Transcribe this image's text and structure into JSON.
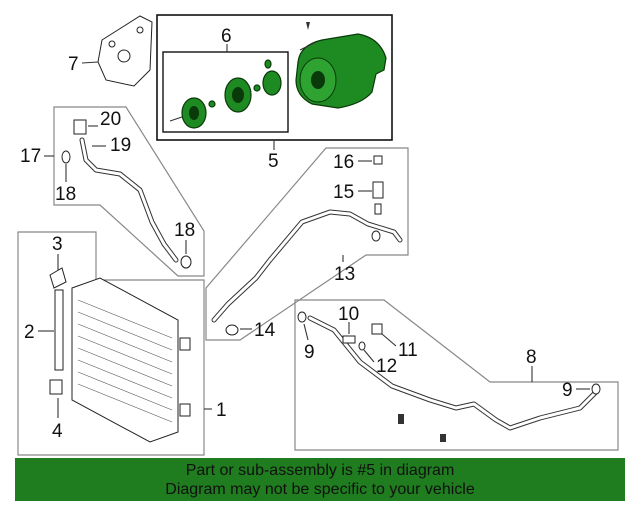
{
  "callouts": {
    "c1": "1",
    "c2": "2",
    "c3": "3",
    "c4": "4",
    "c5": "5",
    "c6": "6",
    "c7": "7",
    "c8": "8",
    "c9a": "9",
    "c9b": "9",
    "c10": "10",
    "c11": "11",
    "c12": "12",
    "c13": "13",
    "c14": "14",
    "c15": "15",
    "c16": "16",
    "c17": "17",
    "c18a": "18",
    "c18b": "18",
    "c19": "19",
    "c20": "20"
  },
  "banner": {
    "line1": "Part or sub-assembly is #5 in diagram",
    "line2": "Diagram may not be specific to your vehicle",
    "color": "#1f7c1f"
  },
  "highlight_color": "#1e8a22"
}
